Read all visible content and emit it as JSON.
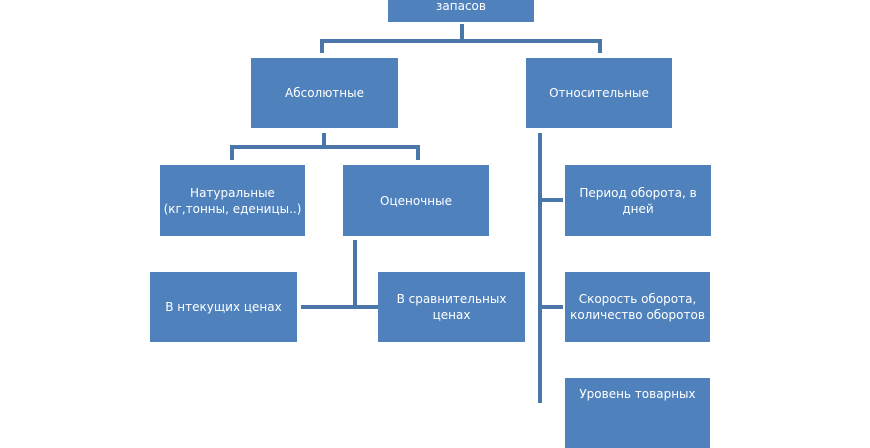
{
  "root": {
    "label": "запасов"
  },
  "level1": [
    {
      "label": "Абсолютные"
    },
    {
      "label": "Относительные"
    }
  ],
  "absolute_children": [
    {
      "label": "Натуральные\n(кг,тонны, еденицы..)"
    },
    {
      "label": "Оценочные"
    }
  ],
  "valuation_children": [
    {
      "label": "В нтекущих ценах"
    },
    {
      "label": "В сравнительных\nценах"
    }
  ],
  "relative_children": [
    {
      "label": "Период оборота, в\nдней"
    },
    {
      "label": "Скорость оборота,\nколичество оборотов"
    },
    {
      "label": "Уровень товарных"
    }
  ],
  "colors": {
    "box": "#4f81bd",
    "line": "#4a76aa"
  }
}
